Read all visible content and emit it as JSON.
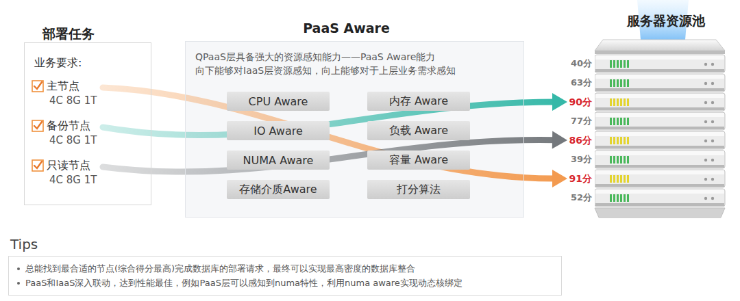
{
  "diagram": {
    "nodes": [
      {
        "text": [
          "部署任务",
          "业务要求:"
        ]
      },
      {
        "text": [
          "主节点",
          "4C 8G 1T"
        ],
        "in": 0
      },
      {
        "text": [
          "备份节点",
          "4C 8G 1T"
        ],
        "in": 0
      },
      {
        "text": [
          "只读节点",
          "4C 8G 1T"
        ],
        "in": 0
      },
      {
        "text": [
          "PaaS Aware",
          "QPaaS层具备强大的资源感知能力——PaaS Aware能力",
          "向下能够对IaaS层资源感知，向上能够对于上层业务需求感知"
        ]
      },
      {
        "text": [
          "CPU Aware"
        ],
        "in": 4
      },
      {
        "text": [
          "内存 Aware"
        ],
        "in": 4
      },
      {
        "text": [
          "IO Aware"
        ],
        "in": 4
      },
      {
        "text": [
          "负载 Aware"
        ],
        "in": 4
      },
      {
        "text": [
          "NUMA Aware"
        ],
        "in": 4
      },
      {
        "text": [
          "容量 Aware"
        ],
        "in": 4
      },
      {
        "text": [
          "存储介质Aware"
        ],
        "in": 4
      },
      {
        "text": [
          "打分算法"
        ],
        "in": 4
      },
      {
        "text": [
          "服务器资源池"
        ]
      },
      {
        "text": [
          "40分"
        ],
        "in": 13
      },
      {
        "text": [
          "63分"
        ],
        "in": 13
      },
      {
        "text": [
          "90分"
        ],
        "in": 13
      },
      {
        "text": [
          "77分"
        ],
        "in": 13
      },
      {
        "text": [
          "86分"
        ],
        "in": 13
      },
      {
        "text": [
          "39分"
        ],
        "in": 13
      },
      {
        "text": [
          "91分"
        ],
        "in": 13
      },
      {
        "text": [
          "52分"
        ],
        "in": 13
      },
      {
        "text": [
          "Tips",
          "总能找到最合适的节点(综合得分最高)完成数据库的部署请求，最终可以实现最高密度的数据库整合",
          "PaaS和IaaS深入联动，达到性能最佳，例如PaaS层可以感知到numa特性，利用numa aware实现动态核绑定"
        ]
      }
    ],
    "edges": [
      {
        "from": 1,
        "to": 20,
        "arrow": "to"
      },
      {
        "from": 2,
        "to": 16,
        "arrow": "to"
      },
      {
        "from": 3,
        "to": 18,
        "arrow": "to"
      }
    ]
  }
}
